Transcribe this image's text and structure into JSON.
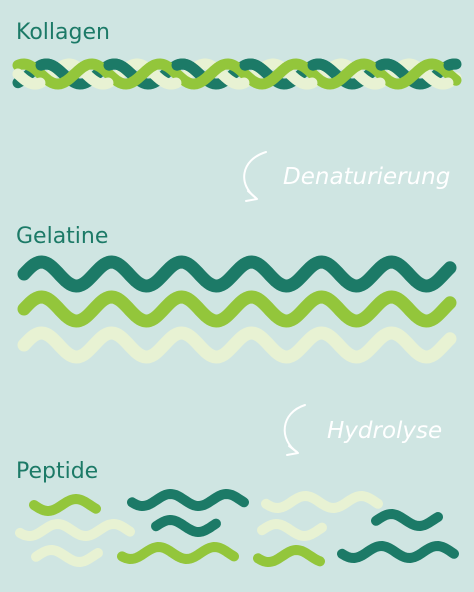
{
  "labels": {
    "collagen": "Kollagen",
    "gelatin": "Gelatine",
    "peptides": "Peptide"
  },
  "steps": {
    "denaturation": "Denaturierung",
    "hydrolysis": "Hydrolyse"
  },
  "colors": {
    "background": "#cfe5e2",
    "dark_green": "#1c7a67",
    "lime_green": "#93c63b",
    "pale_green": "#e8f2d3",
    "text": "#1c7a67",
    "arrow": "#ffffff"
  },
  "icons": {
    "denaturation_arrow": "curved-arrow-down-icon",
    "hydrolysis_arrow": "curved-arrow-down-icon"
  }
}
